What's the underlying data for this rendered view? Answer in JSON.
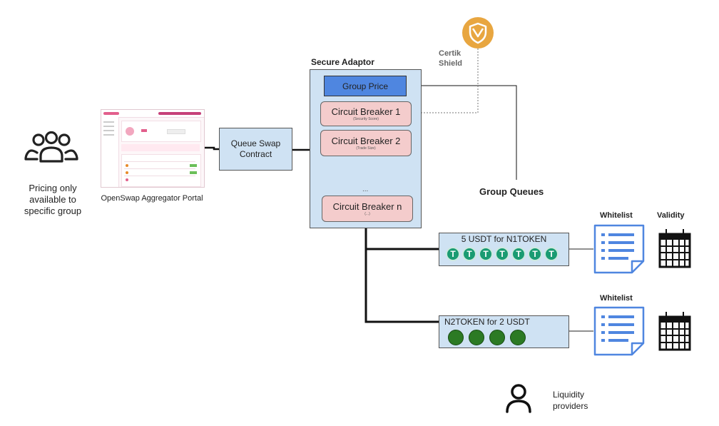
{
  "users_caption": "Pricing only available to specific group",
  "portal_caption": "OpenSwap Aggregator Portal",
  "queue_swap_label": "Queue Swap Contract",
  "secure_adaptor": {
    "title": "Secure Adaptor",
    "group_price": "Group Price",
    "breakers": [
      {
        "title": "Circuit Breaker 1",
        "sub": "(Security Score)"
      },
      {
        "title": "Circuit Breaker 2",
        "sub": "(Trade Size)"
      },
      {
        "title": "Circuit Breaker n",
        "sub": "(...)"
      }
    ],
    "ellipsis": "..."
  },
  "certik": {
    "label": "Certik Shield",
    "color": "#e8a640"
  },
  "group_queues_label": "Group Queues",
  "queues": [
    {
      "label": "5 USDT for N1TOKEN",
      "token_glyph": "T",
      "token_count": 7
    },
    {
      "label": "N2TOKEN for 2 USDT",
      "token_count": 4
    }
  ],
  "whitelist_label": "Whitelist",
  "validity_label": "Validity",
  "liquidity_label": "Liquidity providers",
  "colors": {
    "adaptor_fill": "#cfe2f3",
    "group_price_fill": "#4f86e0",
    "breaker_fill": "#f4cccc",
    "usdt": "#1a9b72",
    "n2token": "#2c7a24",
    "doc_blue": "#4f86e0"
  },
  "icons": [
    "users-icon",
    "portal-screenshot",
    "certik-shield-icon",
    "whitelist-document-icon",
    "calendar-icon",
    "person-icon",
    "usdt-coin-icon",
    "n2token-coin-icon"
  ]
}
